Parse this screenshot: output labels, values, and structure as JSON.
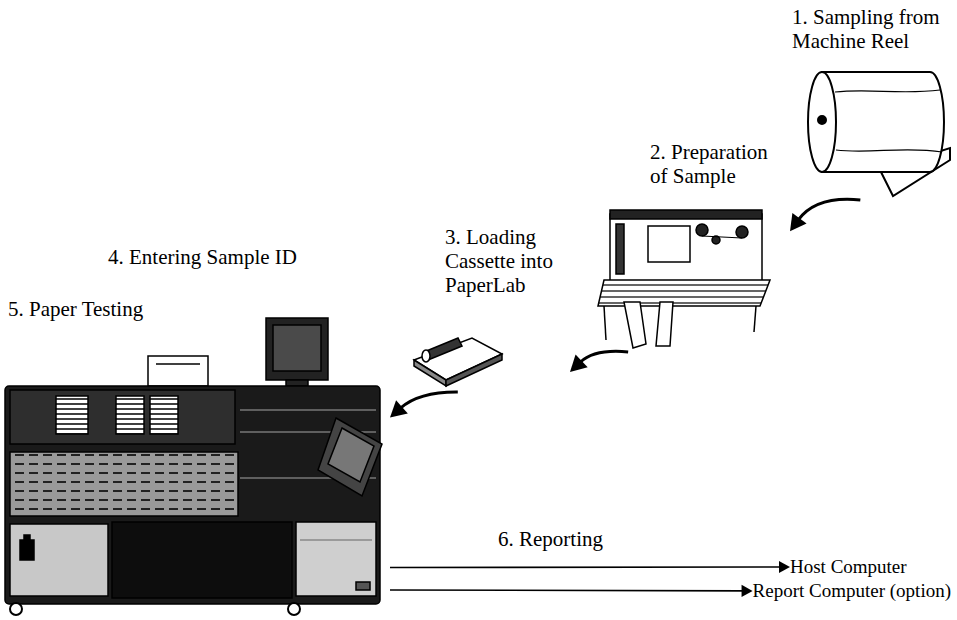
{
  "diagram": {
    "nodes": [
      {
        "text": [
          "1. Sampling from Machine Reel"
        ]
      },
      {
        "text": [
          "2. Preparation of Sample"
        ]
      },
      {
        "text": [
          "3. Loading Cassette into PaperLab"
        ]
      },
      {
        "text": [
          "4. Entering Sample ID",
          "5. Paper Testing"
        ]
      },
      {
        "text": [
          "Host Computer"
        ]
      },
      {
        "text": [
          "Report Computer (option)"
        ]
      }
    ],
    "edges": [
      {
        "from": 0,
        "to": 1,
        "arrow": "to"
      },
      {
        "from": 1,
        "to": 2,
        "arrow": "to"
      },
      {
        "from": 2,
        "to": 3,
        "arrow": "to"
      },
      {
        "from": 3,
        "to": 4,
        "arrow": "to",
        "label": "6. Reporting"
      },
      {
        "from": 3,
        "to": 5,
        "arrow": "to"
      }
    ]
  }
}
